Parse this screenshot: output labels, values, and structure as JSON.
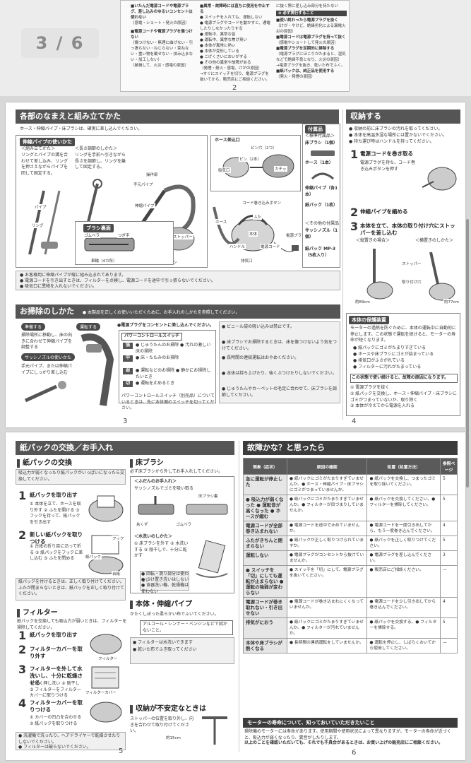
{
  "viewer": {
    "page_counter": "3 / 6"
  },
  "top_page": {
    "page_number": "2",
    "col1": [
      "■いたんだ電源コードや電源プラグ、差し込みのゆるいコンセントは使わない",
      "（感電・ショート・発火の原因）",
      "■電源コードや電源プラグを傷つけない",
      "（傷つけない・無理に曲げない・引っ張らない・ねじらない・束ねない・重い物を載せない・挟み込まない・加工しない）",
      "（破損して、火災・感電の原因）"
    ],
    "col2": [
      "■異常・故障時には直ちに使用を中止する",
      "● スイッチを入れても、運転しない",
      "● 電源プラグやコードを動かすと、通電したりしなかったりする",
      "● 運転中、異常な音",
      "● 運転中、異常な焦げ臭い",
      "● 本体が異常に熱い",
      "● 本体が変形している",
      "● こげくさいにおいがする",
      "● その他の異常や故障がある",
      "（発煙・発火・感電、けがの原因）",
      "→すぐにスイッチを切り、電源プラグを抜いてから、販売店にご相談ください。"
    ],
    "col3": [
      "に抜く際に差し込み部分を持たない",
      "⊘ 必ず実行すること",
      "■使い終わったら電源プラグを抜く",
      "（けが・やけど、絶縁劣化による漏電火災の原因）",
      "■電源コードは電源プラグを持って抜く",
      "（感電やショートして発火の原因）",
      "■電源プラグを定期的に掃除する",
      "（電源プラグにほこりがたまると、湿気などで絶縁不良となり、火災の原因）",
      "→電源プラグを抜き、乾いた布でふく。",
      "■紙パックは、純正品を使用する",
      "（発火・発煙の原因）"
    ]
  },
  "page3": {
    "title": "各部のなまえと組み立てかた",
    "intro": "ホース・伸縮パイプ・床ブラシは、確実に差し込んでください。",
    "pipe_section": "伸縮パイプの使いかた",
    "pipe_steps": [
      "＜組み立てかた＞",
      "＜長さ調節のしかた＞"
    ],
    "pipe_desc": [
      "リングとパイプの溝を合わせて差し込み、リングを押さえながらパイプを回して固定する。",
      "リングを手前へ引きながら長さを調節し、リングを離して固定する。"
    ],
    "labels": [
      "パイプ",
      "リング",
      "操作部",
      "手元パイプ",
      "伸縮パイプ",
      "ストッパー",
      "床ブラシ",
      "ホース",
      "ハンドル",
      "ふた",
      "本体",
      "電源コード",
      "電源プラグ",
      "コード巻き込みボタン",
      "排気口"
    ],
    "brush_section": "ブラシ裏面",
    "brush_labels": [
      "ゴムベラ",
      "つぎ手",
      "車輪（4カ所）"
    ],
    "hose_section": "ホース差込口",
    "hose_labels": [
      "ピン穴（2つ）",
      "ピン（2本）",
      "吸気口",
      "カチッ"
    ],
    "accessory_title": "付属品",
    "accessories": [
      "＜標準付属品＞",
      "床ブラシ（1個）",
      "ホース（1本）",
      "伸縮パイプ（各1本）",
      "紙パック（1枚）",
      "＜その他の付属品＞",
      "サッシノズル（1個）",
      "紙パック MP-3（5枚入り）"
    ],
    "notes": [
      "● お客様用に伸縮パイプが縦に組み込まれてあります。",
      "● 電源コードを引き出すときは、フィルターを点検し、電源コードを途中で引っ張らないでください。",
      "● 吸気口に異物を入れないでください。"
    ],
    "clean_title": "お掃除のしかた",
    "clean_intro": "● 本製品を正しくお使いいただくために、お手入れのしかたを参照してください。",
    "prep": "準備する",
    "operate": "運転する",
    "operate_note": "●電源プラグをコンセントに差し込んでください。",
    "prep_steps": [
      "掃除場所に移動し、床の向きに合わせて伸縮パイプを調整する",
      "サッシノズルの使いかた",
      "手元パイプ、または伸縮パイプにしっかり差し込む"
    ],
    "power_switch": "パワーコントロールスイッチ",
    "power_rows": [
      {
        "key": "強",
        "text": "● じゅうたんのお掃除 ● 汚れの激しい床の掃除"
      },
      {
        "key": "中",
        "text": "● 床・たたみのお掃除"
      },
      {
        "key": "弱",
        "text": "● 運転などのお掃除 ● 静かにお掃除したいとき"
      },
      {
        "key": "切",
        "text": "● 運転を止めるとき"
      }
    ],
    "power_note": "パワーコントロールスイッチ（別売品）についているときは、先に本体側のスイッチを切ってください。",
    "right_notes": [
      "● ビニール袋の吸い込みは禁止です。",
      "● 床ブラシでお掃除するときは、床を傷つけないよう気をつけてください。",
      "● 長時間の連続運転はおやめください。",
      "● 本体は持ち上げたり、強くぶつけたりしないでください。",
      "● じゅうたんやカーペットの毛足に合わせて、床ブラシを調節してください。"
    ],
    "footer_page": "3"
  },
  "page4": {
    "title": "収納する",
    "intro": [
      "● 収納の前に床ブラシの汚れを取ってください。",
      "● 本体を高温多湿な場所には置かないでください。",
      "● 持ち運び時はハンドルを持ってください。"
    ],
    "steps": [
      {
        "n": "1",
        "title": "電源コードを巻き取る",
        "text": "電源プラグを持ち、コード巻き込みボタンを押す"
      },
      {
        "n": "2",
        "title": "伸縮パイプを縮める",
        "text": ""
      },
      {
        "n": "3",
        "title": "本体を立て、本体の取り付け穴にストッパーを差し込む",
        "text": ""
      }
    ],
    "storage_labels": [
      "＜縦置きの場合＞",
      "＜横置きのしかた＞",
      "ストッパー",
      "取り付け穴"
    ],
    "dims": [
      "約89cm",
      "約77cm"
    ],
    "maint_title": "本体の保護装置",
    "maint_text": "モーターの過熱を防ぐために、本体の運転中に自動的に停止します。この状態で運転を続けると、モーターの寿命が短くなります。",
    "maint_list": [
      "● 紙パックにゴミがたまりすぎている",
      "● ホースや床ブラシにゴミが詰まっている",
      "● 排気口がふさがれている",
      "● フィルターに汚れがたまっている"
    ],
    "maint_note": "この状態で使い続けると、故障の原因になります。",
    "bottom_notes": [
      "① 電源プラグを抜く",
      "② 紙パックを交換し、ホース・伸縮パイプ・床ブラシにゴミがつまっていないか、取り除く",
      "③ 本体が冷えてから電源を入れる"
    ],
    "footer_page": "4"
  },
  "page5": {
    "title": "紙パックの交換／お手入れ",
    "bag_section": "紙パックの交換",
    "bag_intro": "吸込力が弱くなったり紙パックがいっぱいになったら交換してください。",
    "bag_steps": [
      {
        "n": "1",
        "title": "紙パックを取り出す",
        "text": "① 本体を立て、ホースを取り外す ② ふたを開ける ③ フックを持って、紙パックを引き出す"
      },
      {
        "n": "2",
        "title": "新しい紙パックを取りつける",
        "text": "① 台紙の折り目に沿って折る ② 紙パックをフックに差し込む ③ ふたを閉める"
      }
    ],
    "bag_labels": [
      "フック",
      "紙パック",
      "台紙"
    ],
    "bag_note": "紙パックを付けるときは、正しく取り付けてください。ふたが閉まらないときは、紙パックを正しく取り付けてください。",
    "filter_section": "フィルター",
    "filter_intro": "紙パックを交換しても吸込力が弱いときは、フィルターを掃除してください。",
    "filter_steps": [
      {
        "n": "1",
        "title": "紙パックを取り出す",
        "text": ""
      },
      {
        "n": "2",
        "title": "フィルターカバーを取り外す",
        "text": ""
      },
      {
        "n": "3",
        "title": "フィルターを外して水洗いし、十分に乾燥させる",
        "text": "① 軽く押し洗い ② 陰干し ③ フィルターをフィルターカバーに取りつける"
      },
      {
        "n": "4",
        "title": "フィルターカバーを取りつける",
        "text": "① カバーの凹凸を合わせる ② 紙パックを取りつける"
      }
    ],
    "filter_labels": [
      "フィルター",
      "フィルターカバー"
    ],
    "filter_notes": [
      "● 洗濯機で洗ったり、ヘアドライヤーで乾燥させたりしないでください。",
      "● フィルターは破らないでください。"
    ],
    "brush_section": "床ブラシ",
    "brush_intro": "必ず床ブラシから外してお手入れしてください。",
    "brush_sub1": "＜ふだんのお手入れ＞",
    "brush_text1": "サッシノズルでゴミを吸い取る",
    "brush_labels": [
      "糸くず",
      "床ブラシ裏",
      "ゴムベラ"
    ],
    "brush_sub2": "＜水洗いのしかた＞",
    "brush_text2": "① 床ブラシを外す ② 水洗いする ③ 陰干しで、十分に乾かす",
    "brush_notes": [
      "● 回転・滑り部分は使わない",
      "● つけ置き洗いはしない",
      "● 食器洗い機、乾燥機は使わない"
    ],
    "pipe_section": "本体・伸縮パイプ",
    "pipe_text": "かたくしぼった柔らかい布でふいてください。",
    "pipe_warn": "アルコール・シンナー・ベンジンなどで拭かないこと。",
    "pipe_notes": [
      "● フィルターは水洗いできます",
      "● 乾いた布でふき取ってください"
    ],
    "storage_section": "収納が不安定なときは",
    "storage_text": "ストッパーの位置を取り外し、向きを合わせて取り付けてください。",
    "storage_dim": "約15cm",
    "footer_page": "5"
  },
  "page6": {
    "title": "故障かな？と思ったら",
    "headers": [
      "現象（症状）",
      "原因の確認",
      "処置（処置方法）",
      "参照ページ"
    ],
    "rows": [
      {
        "symptom": "急に運転が停止した",
        "check": "● 紙パックにゴミがたまりすぎていませんか。● ホース・伸縮パイプ・床ブラシにゴミがつまっていませんか。",
        "fix": "● 紙パックを交換し、つまったゴミを取り除いてください。",
        "page": "5"
      },
      {
        "symptom": "● 吸込力が弱くなった ● 運転音が高くなった ● ホースが縮む",
        "check": "● 紙パックにゴミがたまりすぎていませんか。● フィルターが目づまりしていませんか。",
        "fix": "● 紙パックを交換してください。● フィルターを掃除してください。",
        "page": "5"
      },
      {
        "symptom": "電源コードが全部巻き込まれない",
        "check": "● 電源コードを途中で止めていませんか。",
        "fix": "● 電源コードを一度引き出してから、もう一度巻き込んでください。",
        "page": "4"
      },
      {
        "symptom": "ふたがきちんと閉まらない",
        "check": "● 紙パックが正しく取りつけられていますか。",
        "fix": "● 紙パックを正しく取りつけてください。",
        "page": "5"
      },
      {
        "symptom": "運転しない",
        "check": "● 電源プラグがコンセントから抜けていませんか。",
        "fix": "● 電源プラグを差し込んでください。",
        "page": "3"
      },
      {
        "symptom": "● スイッチを「切」にしても運転が止まらない ● 運転の強弱が変わらない",
        "check": "● スイッチを「切」にして、電源プラグを抜いてください。",
        "fix": "● 販売店にご相談ください。",
        "page": "—"
      },
      {
        "symptom": "電源コードが巻き取れない・引き出せない",
        "check": "● 電源コードが巻き込まれにくくなっていませんか。",
        "fix": "● 電源コードを少し引き出してから巻き込んでください。",
        "page": "4"
      },
      {
        "symptom": "排気がにおう",
        "check": "● 紙パックにゴミがたまりすぎていませんか。● フィルターが汚れていませんか。",
        "fix": "● 紙パックを交換する。● フィルターを掃除する。",
        "page": "5"
      },
      {
        "symptom": "本体や床ブラシが熱くなる",
        "check": "● 長時間の連続運転をしていませんか。",
        "fix": "● 運転を停止し、しばらくおいてから使用してください。",
        "page": "—"
      }
    ],
    "motor_title": "モーターの寿命について、知っておいていただきたいこと",
    "motor_text": "掃除機のモーターには寿命があります。使用期間や使用状況によって異なりますが、モーターの寿命が近づくと、吸込力が弱くなったり、異音がしたりします。",
    "footer": "以上のことを確認いただいても、それでも不具合があるときは、お買い上げの販売店にご相談ください。",
    "footer_page": "6"
  }
}
